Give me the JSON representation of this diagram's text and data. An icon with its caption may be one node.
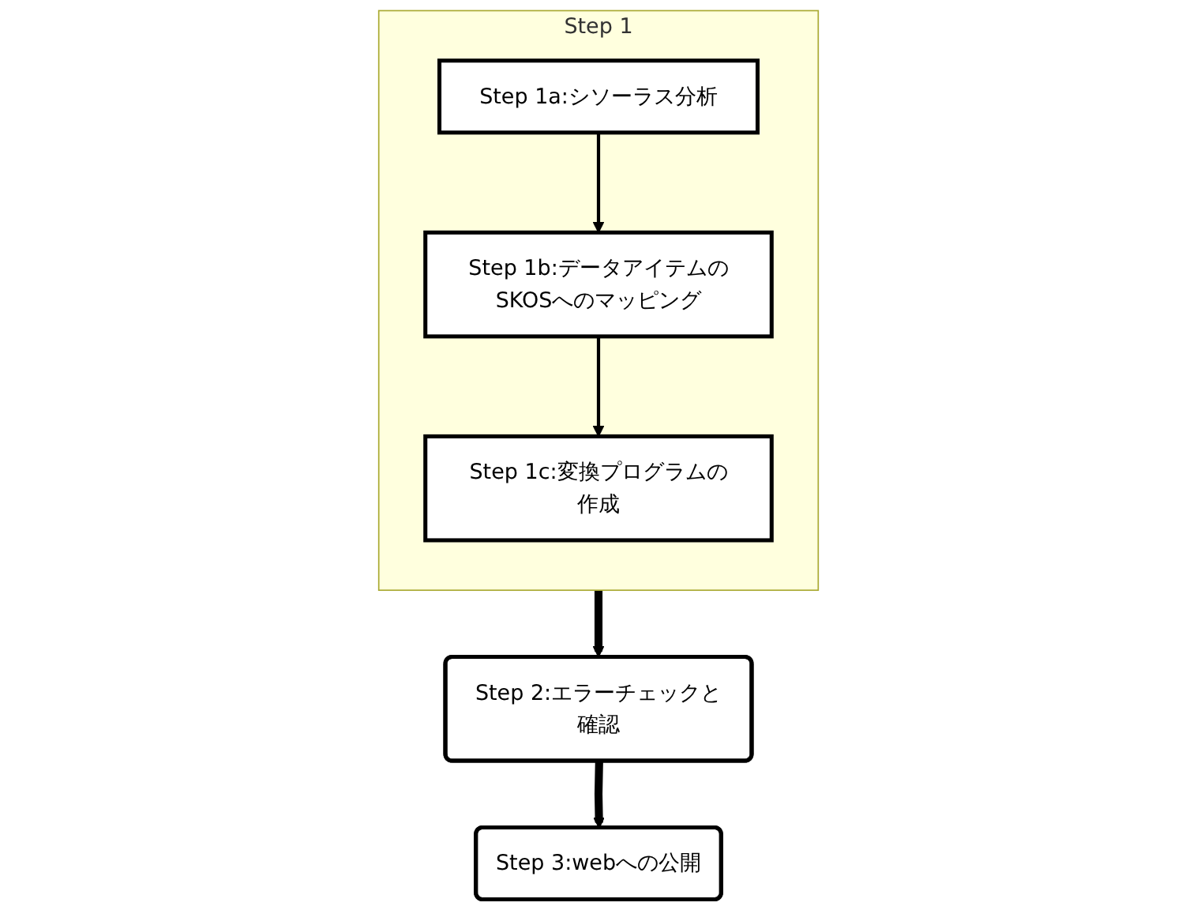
{
  "diagram": {
    "nodes": [
      {
        "text": [
          "Step 1"
        ]
      },
      {
        "text": [
          "Step 1a:シソーラス分析"
        ],
        "in": 0
      },
      {
        "text": [
          "Step 1b:データアイテムのSKOSへのマッピング"
        ],
        "in": 0
      },
      {
        "text": [
          "Step 1c:変換プログラムの作成"
        ],
        "in": 0
      },
      {
        "text": [
          "Step 2:エラーチェックと確認"
        ]
      },
      {
        "text": [
          "Step 3:webへの公開"
        ]
      }
    ],
    "edges": [
      {
        "from": 1,
        "to": 2,
        "arrow": "to"
      },
      {
        "from": 2,
        "to": 3,
        "arrow": "to"
      },
      {
        "from": 0,
        "to": 4,
        "arrow": "to",
        "style": "thick"
      },
      {
        "from": 4,
        "to": 5,
        "arrow": "to",
        "style": "thick"
      }
    ]
  }
}
